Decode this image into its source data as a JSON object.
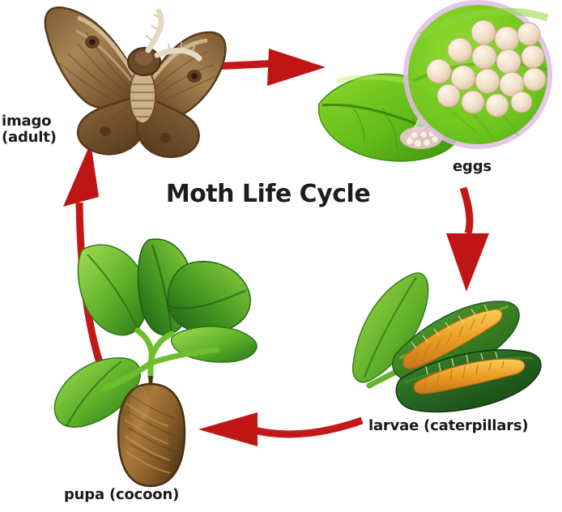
{
  "diagram": {
    "title": "Moth Life Cycle",
    "background_color": "#ffffff",
    "text_color": "#1a1a1a",
    "arrow_color": "#C41818",
    "type": "cycle-diagram",
    "stage_count": 4
  },
  "labels": {
    "imago": "imago\n(adult)",
    "imago_line1": "imago",
    "imago_line2": "(adult)",
    "eggs": "eggs",
    "larvae": "larvae (caterpillars)",
    "pupa": "pupa (cocoon)"
  },
  "stages": [
    {
      "id": "imago",
      "label": "imago (adult)",
      "position": "top-left",
      "description": "Adult moth with spread brown wings, cream bands and eyespots, feathered antennae",
      "colors": {
        "wing_dark": "#6B4A2C",
        "wing_mid": "#8B6640",
        "wing_light": "#D9C49A",
        "body": "#5A3D24",
        "antenna": "#E8DFC8"
      }
    },
    {
      "id": "eggs",
      "label": "eggs",
      "position": "top-right",
      "description": "Cluster of pale cream eggs on a green leaf shown through a magnifier inset",
      "egg_count_visible": 15,
      "colors": {
        "leaf_bright": "#76C81E",
        "leaf_mid": "#58B318",
        "egg": "#F2E0CC",
        "egg_shade": "#D9BFA3",
        "magnifier_ring": "#D9A8DE",
        "magnifier_cone": "#E8E8E8"
      }
    },
    {
      "id": "larvae",
      "label": "larvae (caterpillars)",
      "position": "bottom-right",
      "description": "Two orange bristly caterpillars feeding on dark green leaves",
      "caterpillar_count": 2,
      "colors": {
        "leaf_dark": "#1E5E23",
        "leaf_mid": "#2E7D32",
        "leaf_light": "#7CC143",
        "body": "#E8921E",
        "body_light": "#F5C144"
      }
    },
    {
      "id": "pupa",
      "label": "pupa (cocoon)",
      "position": "bottom-left",
      "description": "Brown silk cocoon hanging from a leafy branch",
      "leaf_count": 5,
      "colors": {
        "cocoon_dark": "#6E4A22",
        "cocoon_mid": "#8B6030",
        "cocoon_light": "#B5873E",
        "leaf_dark": "#2F7D31",
        "leaf_light": "#7FC441",
        "stem": "#7CC143"
      }
    }
  ],
  "arrows": [
    {
      "id": "imago-to-eggs",
      "from": "imago",
      "to": "eggs",
      "direction": "right",
      "color": "#C41818"
    },
    {
      "id": "eggs-to-larvae",
      "from": "eggs",
      "to": "larvae",
      "direction": "down",
      "color": "#C41818"
    },
    {
      "id": "larvae-to-pupa",
      "from": "larvae",
      "to": "pupa",
      "direction": "left",
      "color": "#C41818"
    },
    {
      "id": "pupa-to-imago",
      "from": "pupa",
      "to": "imago",
      "direction": "up",
      "color": "#C41818"
    }
  ]
}
